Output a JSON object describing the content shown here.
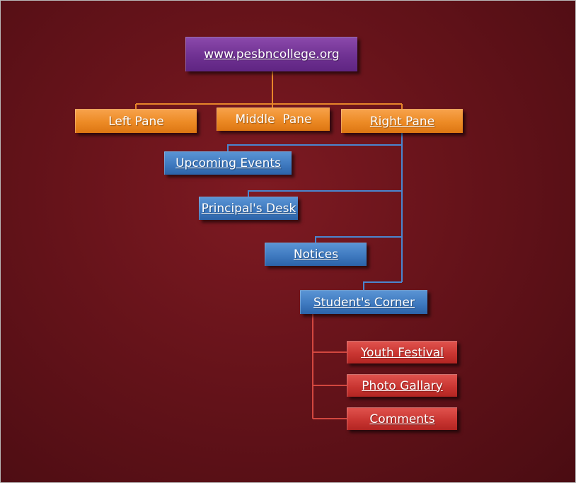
{
  "diagram": {
    "root": {
      "label": "www.pesbncollege.org"
    },
    "panes": {
      "left": "Left Pane",
      "middle": "Middle  Pane",
      "right": "Right Pane"
    },
    "right_pane_items": {
      "upcoming_events": "Upcoming Events",
      "principals_desk": "Principal's Desk",
      "notices": "Notices",
      "students_corner": "Student's Corner"
    },
    "students_corner_items": {
      "youth_festival": "Youth Festival",
      "photo_gallary": "Photo Gallary",
      "comments": "Comments"
    }
  },
  "colors": {
    "background": "#66131a",
    "root_node": "#6f3192",
    "pane_node": "#ec8a25",
    "right_pane_item_node": "#3f7ac0",
    "students_corner_item_node": "#c93632",
    "orange_connector": "#e8862a",
    "blue_connector": "#4a86cf",
    "red_connector": "#d2473f"
  }
}
